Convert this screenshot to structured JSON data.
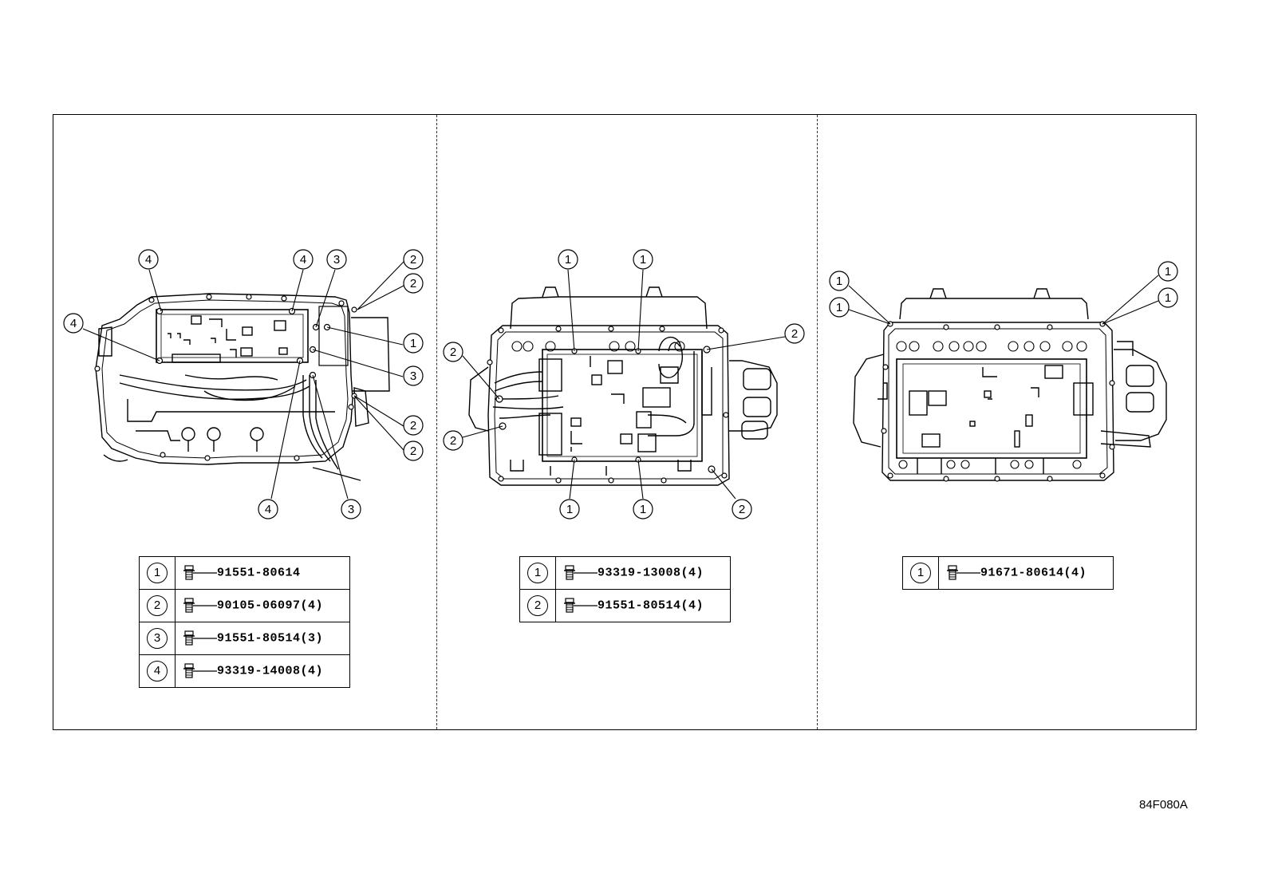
{
  "figure_code": "84F080A",
  "panels": [
    {
      "callouts": [
        {
          "label": "4"
        },
        {
          "label": "4"
        },
        {
          "label": "3"
        },
        {
          "label": "2"
        },
        {
          "label": "2"
        },
        {
          "label": "4"
        },
        {
          "label": "1"
        },
        {
          "label": "3"
        },
        {
          "label": "2"
        },
        {
          "label": "2"
        },
        {
          "label": "4"
        },
        {
          "label": "3"
        }
      ],
      "parts_table": [
        {
          "num": "1",
          "part": "91551-80614"
        },
        {
          "num": "2",
          "part": "90105-06097(4)"
        },
        {
          "num": "3",
          "part": "91551-80514(3)"
        },
        {
          "num": "4",
          "part": "93319-14008(4)"
        }
      ]
    },
    {
      "callouts": [
        {
          "label": "1"
        },
        {
          "label": "1"
        },
        {
          "label": "2"
        },
        {
          "label": "2"
        },
        {
          "label": "2"
        },
        {
          "label": "1"
        },
        {
          "label": "1"
        },
        {
          "label": "2"
        }
      ],
      "parts_table": [
        {
          "num": "1",
          "part": "93319-13008(4)"
        },
        {
          "num": "2",
          "part": "91551-80514(4)"
        }
      ]
    },
    {
      "callouts": [
        {
          "label": "1"
        },
        {
          "label": "1"
        },
        {
          "label": "1"
        },
        {
          "label": "1"
        }
      ],
      "parts_table": [
        {
          "num": "1",
          "part": "91671-80614(4)"
        }
      ]
    }
  ]
}
